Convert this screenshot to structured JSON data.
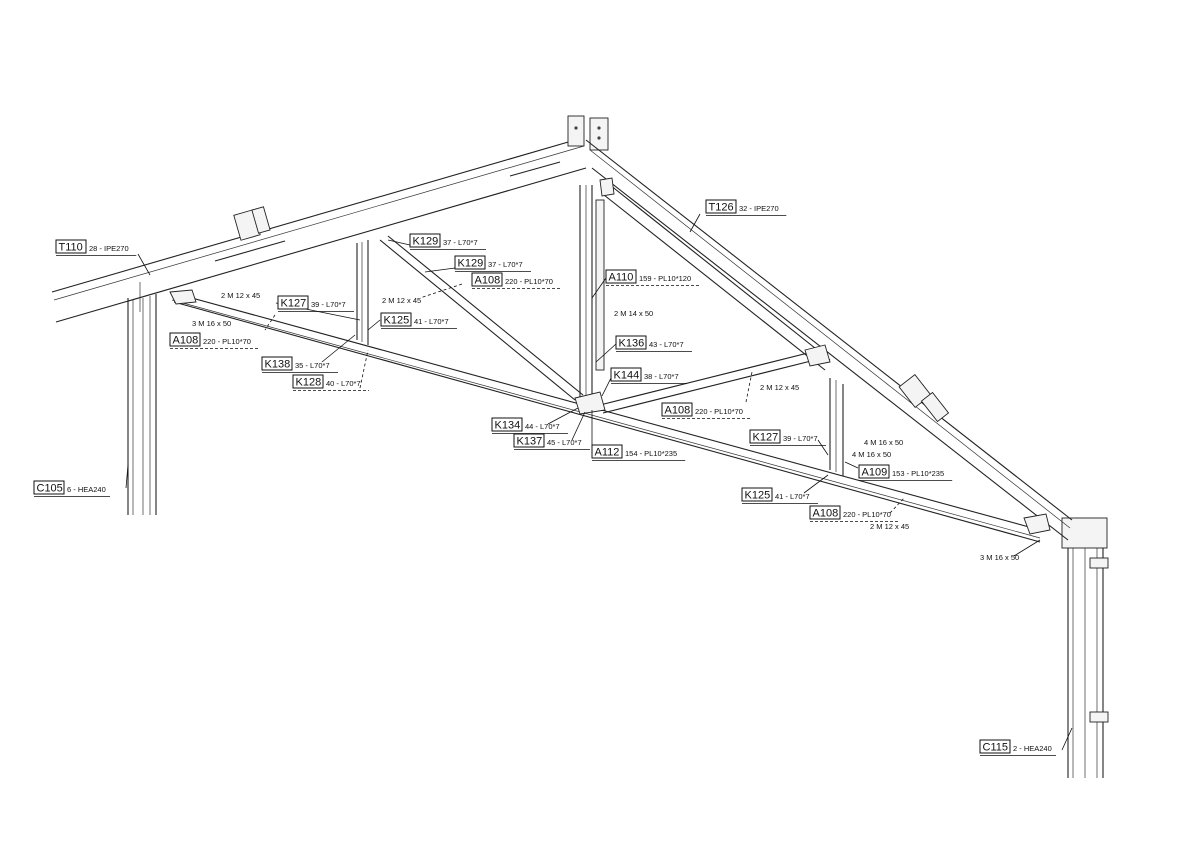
{
  "member_labels": [
    {
      "id": "t110",
      "mark": "T110",
      "desc": "28 - IPE270"
    },
    {
      "id": "t126",
      "mark": "T126",
      "desc": "32 - IPE270"
    },
    {
      "id": "k129a",
      "mark": "K129",
      "desc": "37 - L70*7"
    },
    {
      "id": "k129b",
      "mark": "K129",
      "desc": "37 - L70*7"
    },
    {
      "id": "a108a",
      "mark": "A108",
      "desc": "220 - PL10*70"
    },
    {
      "id": "a110",
      "mark": "A110",
      "desc": "159 - PL10*120"
    },
    {
      "id": "k127a",
      "mark": "K127",
      "desc": "39 - L70*7"
    },
    {
      "id": "k125a",
      "mark": "K125",
      "desc": "41 - L70*7"
    },
    {
      "id": "a108b",
      "mark": "A108",
      "desc": "220 - PL10*70"
    },
    {
      "id": "k138",
      "mark": "K138",
      "desc": "35 - L70*7"
    },
    {
      "id": "k128",
      "mark": "K128",
      "desc": "40 - L70*7"
    },
    {
      "id": "k136",
      "mark": "K136",
      "desc": "43 - L70*7"
    },
    {
      "id": "k144",
      "mark": "K144",
      "desc": "38 - L70*7"
    },
    {
      "id": "a108c",
      "mark": "A108",
      "desc": "220 - PL10*70"
    },
    {
      "id": "k134",
      "mark": "K134",
      "desc": "44 - L70*7"
    },
    {
      "id": "k137",
      "mark": "K137",
      "desc": "45 - L70*7"
    },
    {
      "id": "a112",
      "mark": "A112",
      "desc": "154 - PL10*235"
    },
    {
      "id": "k127b",
      "mark": "K127",
      "desc": "39 - L70*7"
    },
    {
      "id": "a109",
      "mark": "A109",
      "desc": "153 - PL10*235"
    },
    {
      "id": "k125b",
      "mark": "K125",
      "desc": "41 - L70*7"
    },
    {
      "id": "a108d",
      "mark": "A108",
      "desc": "220 - PL10*70"
    },
    {
      "id": "c105",
      "mark": "C105",
      "desc": "6 - HEA240"
    },
    {
      "id": "c115",
      "mark": "C115",
      "desc": "2 - HEA240"
    }
  ],
  "bolt_labels": [
    {
      "id": "b1",
      "text": "2 M 12 x 45"
    },
    {
      "id": "b2",
      "text": "3 M 16 x 50"
    },
    {
      "id": "b3",
      "text": "2 M 12 x 45"
    },
    {
      "id": "b4",
      "text": "2 M 14 x 50"
    },
    {
      "id": "b5",
      "text": "2 M 12 x 45"
    },
    {
      "id": "b6",
      "text": "4 M 16 x 50"
    },
    {
      "id": "b7",
      "text": "4 M 16 x 50"
    },
    {
      "id": "b8",
      "text": "2 M 12 x 45"
    },
    {
      "id": "b9",
      "text": "3 M 16 x 50"
    }
  ],
  "colors": {
    "line": "#222222",
    "paper": "#ffffff"
  }
}
